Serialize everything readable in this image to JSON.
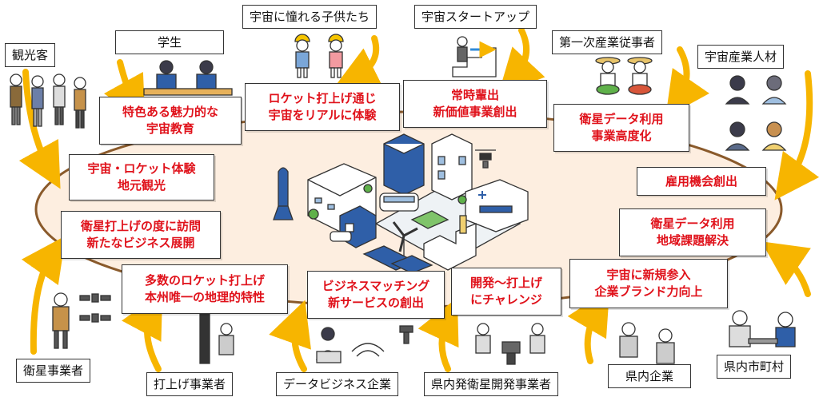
{
  "stakeholders": {
    "tourists": "観光客",
    "students": "学生",
    "children": "宇宙に憧れる子供たち",
    "startup": "宇宙スタートアップ",
    "primary_industry": "第一次産業従事者",
    "space_talent": "宇宙産業人材",
    "satellite_operators": "衛星事業者",
    "launch_operators": "打上げ事業者",
    "data_business": "データビジネス企業",
    "local_satellite_developers": "県内発衛星開発事業者",
    "local_companies": "県内企業",
    "municipalities": "県内市町村"
  },
  "benefits": {
    "education": [
      "特色ある魅力的な",
      "宇宙教育"
    ],
    "rocket_experience": [
      "ロケット打上げ通じ",
      "宇宙をリアルに体験"
    ],
    "new_business": [
      "常時輩出",
      "新価値事業創出"
    ],
    "satellite_data_advanced": [
      "衛星データ利用",
      "事業高度化"
    ],
    "tourism": [
      "宇宙・ロケット体験",
      "地元観光"
    ],
    "employment": [
      "雇用機会創出"
    ],
    "visit_business": [
      "衛星打上げの度に訪問",
      "新たなビジネス展開"
    ],
    "regional_issues": [
      "衛星データ利用",
      "地域課題解決"
    ],
    "geography": [
      "多数のロケット打上げ",
      "本州唯一の地理的特性"
    ],
    "matching": [
      "ビジネスマッチング",
      "新サービスの創出"
    ],
    "challenge": [
      "開発～打上げ",
      "にチャレンジ"
    ],
    "brand": [
      "宇宙に新規参入",
      "企業ブランド力向上"
    ]
  },
  "colors": {
    "arrow": "#f7b500",
    "ellipse_fill": "#fdeee0",
    "ellipse_stroke": "#8a5a2b",
    "benefit_text": "#e0121b",
    "city_blue": "#2f5fa8",
    "city_green": "#5fb14a"
  },
  "icons": [
    "tourist-people-icon",
    "student-icon",
    "child-icon",
    "climbing-stairs-icon",
    "farmer-icon",
    "professional-icon",
    "rocket-icon",
    "satellite-icon",
    "drone-icon",
    "wind-turbine-icon",
    "solar-panel-icon",
    "factory-icon",
    "hospital-icon",
    "bus-icon",
    "antenna-icon",
    "laptop-worker-icon",
    "meeting-icon"
  ]
}
